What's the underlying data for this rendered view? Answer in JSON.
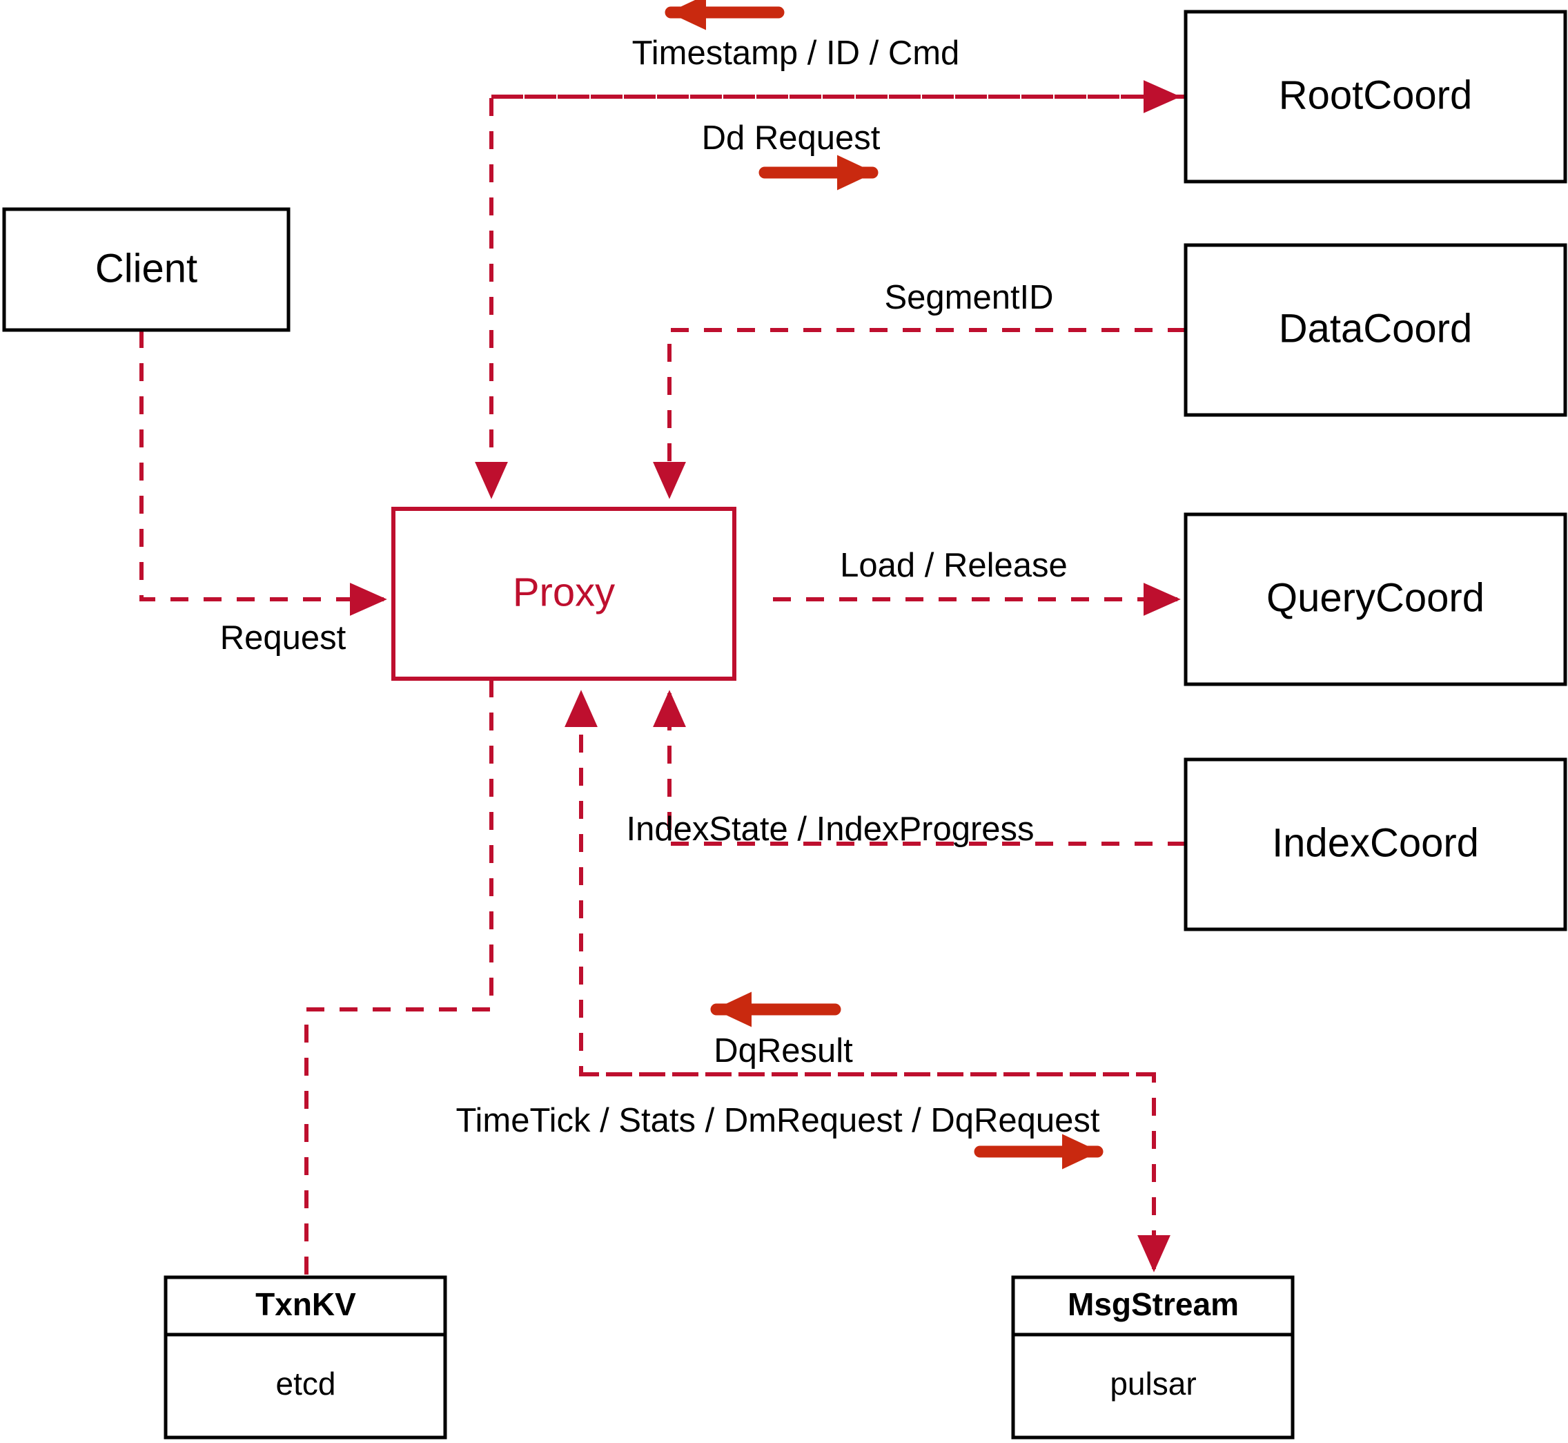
{
  "diagram": {
    "title": "Milvus Proxy interaction diagram",
    "colors": {
      "accent": "#BE0F2E",
      "direction_arrow": "#C9290F",
      "node_stroke": "#000000",
      "background": "#FFFFFF"
    },
    "nodes": [
      {
        "id": "client",
        "label": "Client",
        "style": "plain"
      },
      {
        "id": "proxy",
        "label": "Proxy",
        "style": "accent"
      },
      {
        "id": "rootcoord",
        "label": "RootCoord",
        "style": "plain"
      },
      {
        "id": "datacoord",
        "label": "DataCoord",
        "style": "plain"
      },
      {
        "id": "querycoord",
        "label": "QueryCoord",
        "style": "plain"
      },
      {
        "id": "indexcoord",
        "label": "IndexCoord",
        "style": "plain"
      },
      {
        "id": "txnkv",
        "label": "TxnKV",
        "sublabel": "etcd",
        "style": "compartment"
      },
      {
        "id": "msgstream",
        "label": "MsgStream",
        "sublabel": "pulsar",
        "style": "compartment"
      }
    ],
    "edges": [
      {
        "id": "client-proxy",
        "label": "Request",
        "from": "client",
        "to": "proxy"
      },
      {
        "id": "rootcoord-proxy",
        "label": "Timestamp / ID / Cmd",
        "from": "rootcoord",
        "to": "proxy"
      },
      {
        "id": "proxy-rootcoord",
        "label": "Dd Request",
        "from": "proxy",
        "to": "rootcoord"
      },
      {
        "id": "datacoord-proxy",
        "label": "SegmentID",
        "from": "datacoord",
        "to": "proxy"
      },
      {
        "id": "proxy-querycoord",
        "label": "Load / Release",
        "from": "proxy",
        "to": "querycoord"
      },
      {
        "id": "indexcoord-proxy",
        "label": "IndexState / IndexProgress",
        "from": "indexcoord",
        "to": "proxy"
      },
      {
        "id": "msgstream-proxy",
        "label": "DqResult",
        "from": "msgstream",
        "to": "proxy"
      },
      {
        "id": "proxy-msgstream",
        "label": "TimeTick / Stats / DmRequest / DqRequest",
        "from": "proxy",
        "to": "msgstream"
      },
      {
        "id": "proxy-txnkv",
        "label": "",
        "from": "proxy",
        "to": "txnkv"
      }
    ]
  }
}
